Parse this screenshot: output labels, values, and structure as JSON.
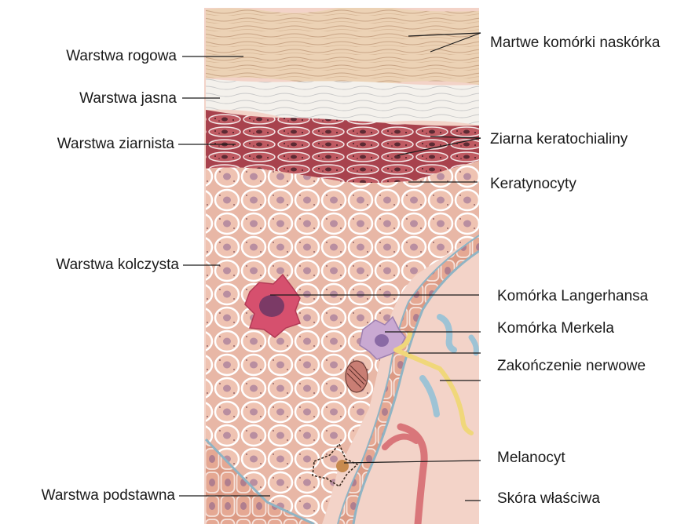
{
  "labels": {
    "warstwa_rogowa": "Warstwa rogowa",
    "warstwa_jasna": "Warstwa jasna",
    "warstwa_ziarnista": "Warstwa ziarnista",
    "warstwa_kolczysta": "Warstwa kolczysta",
    "warstwa_podstawna": "Warstwa podstawna",
    "martwe_komorki": "Martwe komórki naskórka",
    "ziarna_keratochialiny": "Ziarna keratochialiny",
    "keratynocyty": "Keratynocyty",
    "komorka_langerhansa": "Komórka Langerhansa",
    "komorka_merkela": "Komórka Merkela",
    "zakonczenie_nerwowe": "Zakończenie nerwowe",
    "melanocyt": "Melanocyt",
    "skora_wlasciwa": "Skóra właściwa"
  },
  "colors": {
    "stratum_corneum": "#ecd2b5",
    "stratum_lucidum": "#f4f1ec",
    "stratum_granulosum": "#b6515a",
    "stratum_spinosum": "#e8b7a6",
    "cell_outline": "#ffffff",
    "nucleus": "#b98ea0",
    "basement_membrane": "#8fb4c4",
    "dermis": "#f3d3c8",
    "langerhans": "#d6506e",
    "merkel": "#c9a9d2",
    "nerve": "#f0d77a",
    "vessel_blue": "#9ec3d5",
    "vessel_red": "#d9767a"
  }
}
